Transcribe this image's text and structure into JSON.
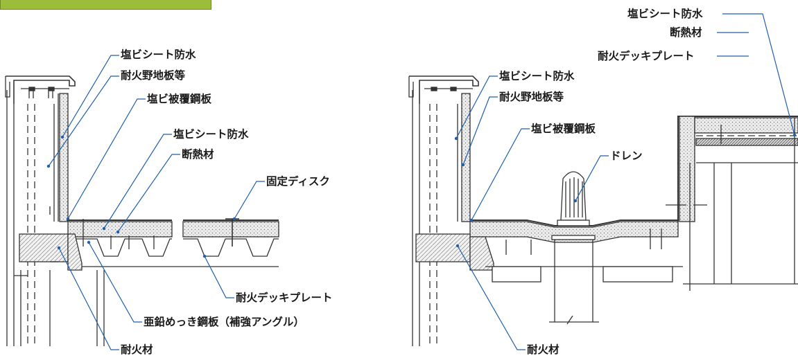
{
  "left": {
    "labels": {
      "pvc_waterproof_top": "塩ビシート防水",
      "fireproof_sheathing": "耐火野地板等",
      "pvc_coated_steel": "塩ビ被覆鋼板",
      "pvc_waterproof": "塩ビシート防水",
      "insulation": "断熱材",
      "fixing_disc": "固定ディスク",
      "fireproof_deck": "耐火デッキプレート",
      "galvanized_angle": "亜鉛めっき鋼板（補強アングル）",
      "fireproof_material": "耐火材"
    }
  },
  "right": {
    "labels": {
      "pvc_waterproof_top": "塩ビシート防水",
      "insulation_top": "断熱材",
      "fireproof_deck_top": "耐火デッキプレート",
      "pvc_waterproof": "塩ビシート防水",
      "fireproof_sheathing": "耐火野地板等",
      "pvc_coated_steel": "塩ビ被覆鋼板",
      "drain": "ドレン",
      "fireproof_material": "耐火材"
    }
  },
  "colors": {
    "leader": "#1f5fae",
    "line": "#333333",
    "title_bar": "#9bbd3a"
  }
}
